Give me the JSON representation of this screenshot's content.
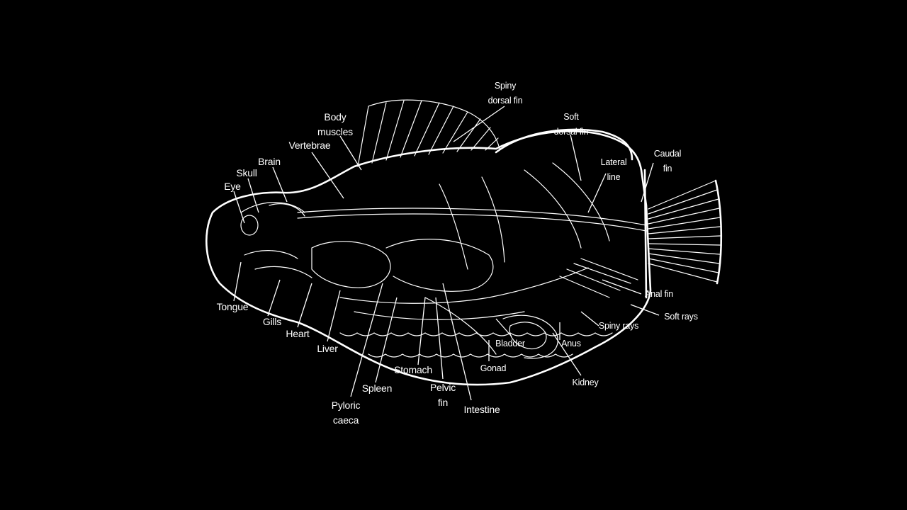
{
  "labels": {
    "spiny_dorsal_fin": [
      "Spiny",
      "dorsal fin"
    ],
    "soft_dorsal_fin": [
      "Soft",
      "dorsal fin"
    ],
    "body_muscles": [
      "Body",
      "muscles"
    ],
    "vertebrae": "Vertebrae",
    "brain": "Brain",
    "skull": "Skull",
    "eye": "Eye",
    "lateral_line": [
      "Lateral",
      "line"
    ],
    "caudal_fin": [
      "Caudal",
      "fin"
    ],
    "anal_fin": "Anal fin",
    "soft_rays": "Soft rays",
    "spiny_rays": "Spiny rays",
    "tongue": "Tongue",
    "gills": "Gills",
    "heart": "Heart",
    "liver": "Liver",
    "stomach": "Stomach",
    "spleen": "Spleen",
    "pyloric_caeca": [
      "Pyloric",
      "caeca"
    ],
    "pelvic_fin": [
      "Pelvic",
      "fin"
    ],
    "intestine": "Intestine",
    "bladder": "Bladder",
    "anus": "Anus",
    "gonad": "Gonad",
    "kidney": "Kidney"
  },
  "colors": {
    "background": "#000000",
    "ink": "#ffffff"
  }
}
